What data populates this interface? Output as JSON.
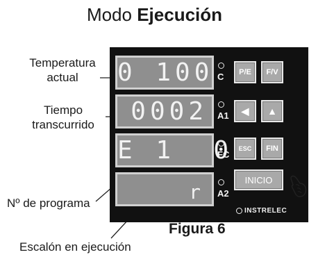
{
  "title": {
    "prefix": "Modo",
    "bold": "Ejecución"
  },
  "labels": {
    "temperatura": [
      "Temperatura",
      "actual"
    ],
    "tiempo": [
      "Tiempo",
      "transcurrido"
    ],
    "programa": "Nº de programa",
    "escalon": "Escalón en ejecución"
  },
  "displays": {
    "d1": "0 100",
    "d2": "0002",
    "d3": "E 1  0",
    "d4": "r"
  },
  "leds": {
    "l1": "C",
    "l2": "A1",
    "l3": "FC",
    "l4": "A2"
  },
  "keys": {
    "pe": "P/E",
    "fv": "F/V",
    "left": "◀",
    "up": "▲",
    "esc": "ESC",
    "fin": "FIN",
    "inicio": "INICIO"
  },
  "brand": "INSTRELEC",
  "figure": "Figura 6",
  "hand_icon": "pointing-hand-icon"
}
